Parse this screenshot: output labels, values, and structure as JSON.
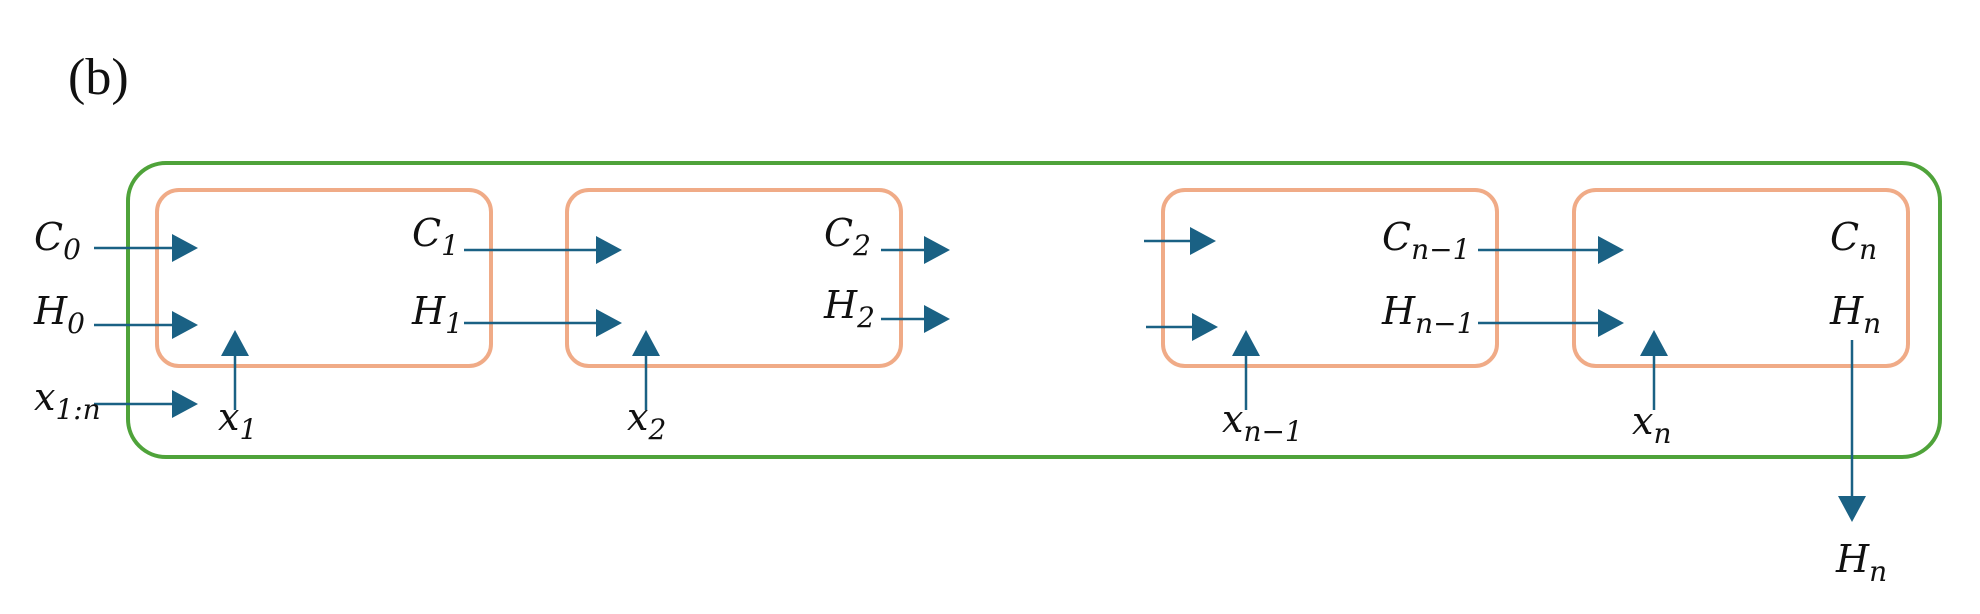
{
  "panel_label": "(b)",
  "colors": {
    "outer_border": "#4fa33a",
    "cell_border": "#f0ab87",
    "arrow": "#1a6184",
    "text": "#111111"
  },
  "inputs": {
    "c0": {
      "base": "C",
      "sub": "0"
    },
    "h0": {
      "base": "H",
      "sub": "0"
    },
    "x_seq": {
      "base": "x",
      "sub": "1:n"
    }
  },
  "cells": [
    {
      "c_out": {
        "base": "C",
        "sub": "1"
      },
      "h_out": {
        "base": "H",
        "sub": "1"
      },
      "x_in": {
        "base": "x",
        "sub": "1"
      }
    },
    {
      "c_out": {
        "base": "C",
        "sub": "2"
      },
      "h_out": {
        "base": "H",
        "sub": "2"
      },
      "x_in": {
        "base": "x",
        "sub": "2"
      }
    },
    {
      "c_out": {
        "base": "C",
        "sub": "n−1"
      },
      "h_out": {
        "base": "H",
        "sub": "n−1"
      },
      "x_in": {
        "base": "x",
        "sub": "n−1"
      }
    },
    {
      "c_out": {
        "base": "C",
        "sub": "n"
      },
      "h_out": {
        "base": "H",
        "sub": "n"
      },
      "x_in": {
        "base": "x",
        "sub": "n"
      }
    }
  ],
  "final_output": {
    "base": "H",
    "sub": "n"
  }
}
